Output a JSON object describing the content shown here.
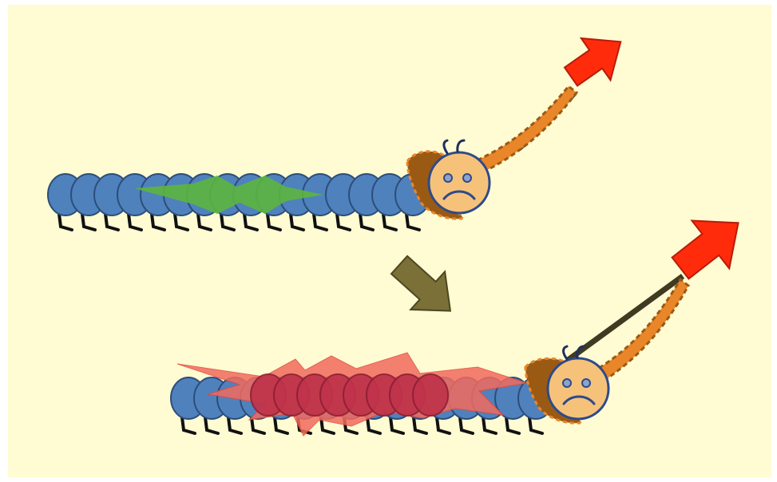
{
  "colors": {
    "background": "#FFFBD2",
    "segment_fill": "#4F81BD",
    "segment_stroke": "#2C4E7A",
    "legs": "#111111",
    "green_tension": "#5CB53E",
    "red_tension": "#C0334A",
    "red_burst": "#F26B5E",
    "pull_arrow": "#FF2B0A",
    "pull_arrow_stroke": "#B71C0C",
    "transition_arrow": "#7A7038",
    "head_fill": "#F6C27A",
    "head_stroke": "#2E4A8A",
    "giraffe_brown": "#9A5A14",
    "giraffe_orange": "#E9862A",
    "rope": "#3F3A22"
  },
  "scenes": [
    {
      "state": "before",
      "tension_level": "low",
      "tension_color": "green",
      "face": "sad",
      "segment_count": 16
    },
    {
      "state": "after",
      "tension_level": "high",
      "tension_color": "red",
      "face": "sad",
      "segment_count": 16
    }
  ],
  "icons": {
    "pull_arrow": "arrow-up-right",
    "transition_arrow": "arrow-down-right"
  }
}
